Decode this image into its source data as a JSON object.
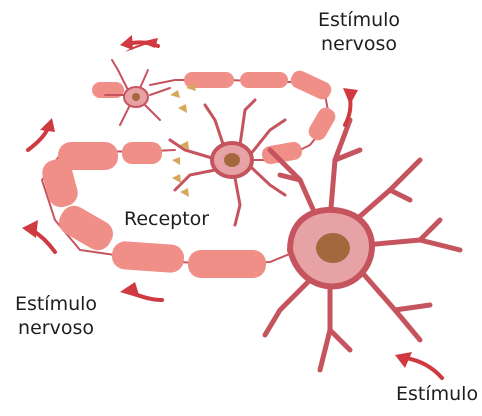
{
  "labels": {
    "stimulus_top_line1": "Estímulo",
    "stimulus_top_line2": "nervoso",
    "stimulus_left_line1": "Estímulo",
    "stimulus_left_line2": "nervoso",
    "receptor": "Receptor",
    "stimulus_bottom": "Estímulo"
  },
  "colors": {
    "dendrite": "#c6545e",
    "soma": "#e7a2a5",
    "soma_edge": "#c6545e",
    "nucleus": "#a5673e",
    "myelin": "#f08f87",
    "arrow": "#cf3a40",
    "terminal": "#d6a85a"
  }
}
